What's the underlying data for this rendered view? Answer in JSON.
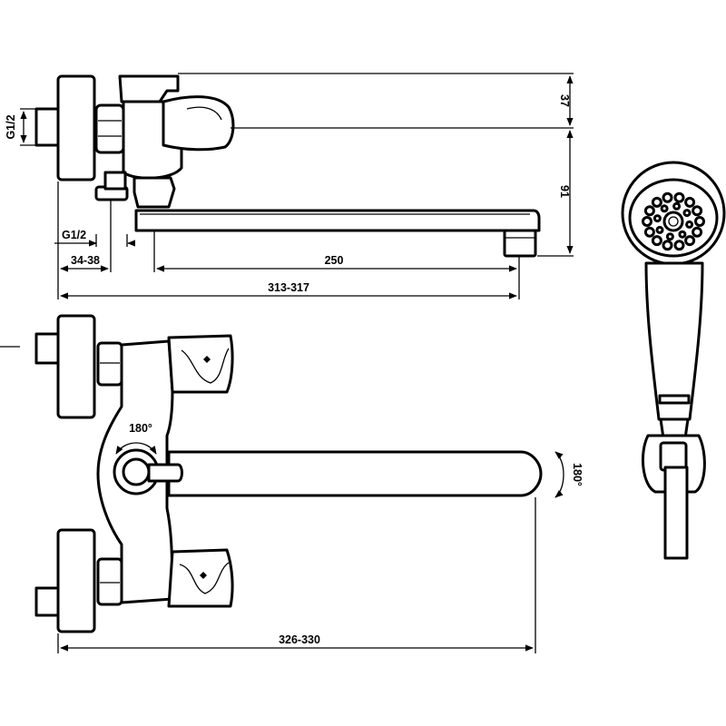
{
  "dimensions": {
    "height_top": "37",
    "height_body": "91",
    "thread_side": "G1/2",
    "thread_bottom": "G1/2",
    "inlet_offset": "34-38",
    "spout_reach": "250",
    "overall_reach": "313-317",
    "overall_width": "326-330"
  },
  "rotation": {
    "diverter_angle": "180°",
    "spout_angle": "180°"
  }
}
